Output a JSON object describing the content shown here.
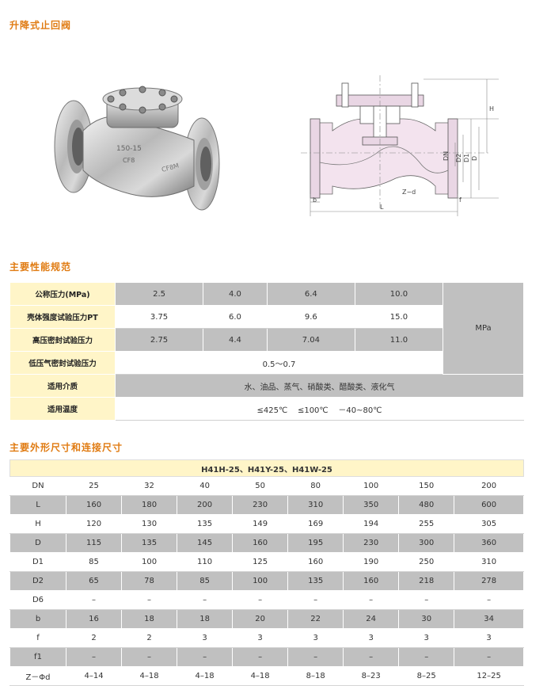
{
  "titles": {
    "main": "升降式止回阀",
    "spec": "主要性能规范",
    "dim": "主要外形尺寸和连接尺寸"
  },
  "drawing_labels": {
    "H": "H",
    "DN": "DN",
    "D2": "D2",
    "D1": "D1",
    "D": "D",
    "zd": "Z−d",
    "b": "b",
    "L": "L",
    "f": "f"
  },
  "photo_text": {
    "mark1": "150-15",
    "mark2": "CF8",
    "mark3": "CF8M"
  },
  "spec": {
    "unit": "MPa",
    "rows": [
      {
        "label": "公称压力(MPa)",
        "values": [
          "2.5",
          "4.0",
          "6.4",
          "10.0"
        ]
      },
      {
        "label": "壳体强度试验压力PT",
        "values": [
          "3.75",
          "6.0",
          "9.6",
          "15.0"
        ]
      },
      {
        "label": "高压密封试验压力",
        "values": [
          "2.75",
          "4.4",
          "7.04",
          "11.0"
        ]
      },
      {
        "label": "低压气密封试验压力",
        "span": "0.5～0.7"
      },
      {
        "label": "适用介质",
        "span": "水、油品、蒸气、硝酸类、醋酸类、液化气"
      },
      {
        "label": "适用温度",
        "span": "≤425℃    ≤100℃    －40~80℃"
      }
    ]
  },
  "dims": {
    "header": "H41H-25、H41Y-25、H41W-25",
    "rows": [
      {
        "label": "DN",
        "values": [
          "25",
          "32",
          "40",
          "50",
          "80",
          "100",
          "150",
          "200"
        ]
      },
      {
        "label": "L",
        "values": [
          "160",
          "180",
          "200",
          "230",
          "310",
          "350",
          "480",
          "600"
        ]
      },
      {
        "label": "H",
        "values": [
          "120",
          "130",
          "135",
          "149",
          "169",
          "194",
          "255",
          "305"
        ]
      },
      {
        "label": "D",
        "values": [
          "115",
          "135",
          "145",
          "160",
          "195",
          "230",
          "300",
          "360"
        ]
      },
      {
        "label": "D1",
        "values": [
          "85",
          "100",
          "110",
          "125",
          "160",
          "190",
          "250",
          "310"
        ]
      },
      {
        "label": "D2",
        "values": [
          "65",
          "78",
          "85",
          "100",
          "135",
          "160",
          "218",
          "278"
        ]
      },
      {
        "label": "D6",
        "values": [
          "–",
          "–",
          "–",
          "–",
          "–",
          "–",
          "–",
          "–"
        ]
      },
      {
        "label": "b",
        "values": [
          "16",
          "18",
          "18",
          "20",
          "22",
          "24",
          "30",
          "34"
        ]
      },
      {
        "label": "f",
        "values": [
          "2",
          "2",
          "3",
          "3",
          "3",
          "3",
          "3",
          "3"
        ]
      },
      {
        "label": "f1",
        "values": [
          "–",
          "–",
          "–",
          "–",
          "–",
          "–",
          "–",
          "–"
        ]
      },
      {
        "label": "Z－Φd",
        "values": [
          "4–14",
          "4–18",
          "4–18",
          "4–18",
          "8–18",
          "8–23",
          "8–25",
          "12–25"
        ]
      }
    ]
  }
}
